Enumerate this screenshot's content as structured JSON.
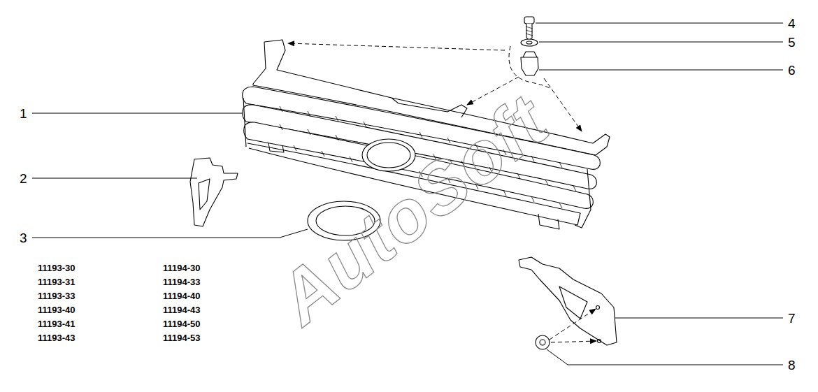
{
  "diagram": {
    "labels": [
      "1",
      "2",
      "3",
      "4",
      "5",
      "6",
      "7",
      "8",
      "11193-30",
      "11193-31",
      "11193-33",
      "11193-40",
      "11193-41",
      "11193-43",
      "11194-30",
      "11194-33",
      "11194-40",
      "11194-43",
      "11194-50",
      "11194-53",
      "AutoSoft"
    ]
  }
}
